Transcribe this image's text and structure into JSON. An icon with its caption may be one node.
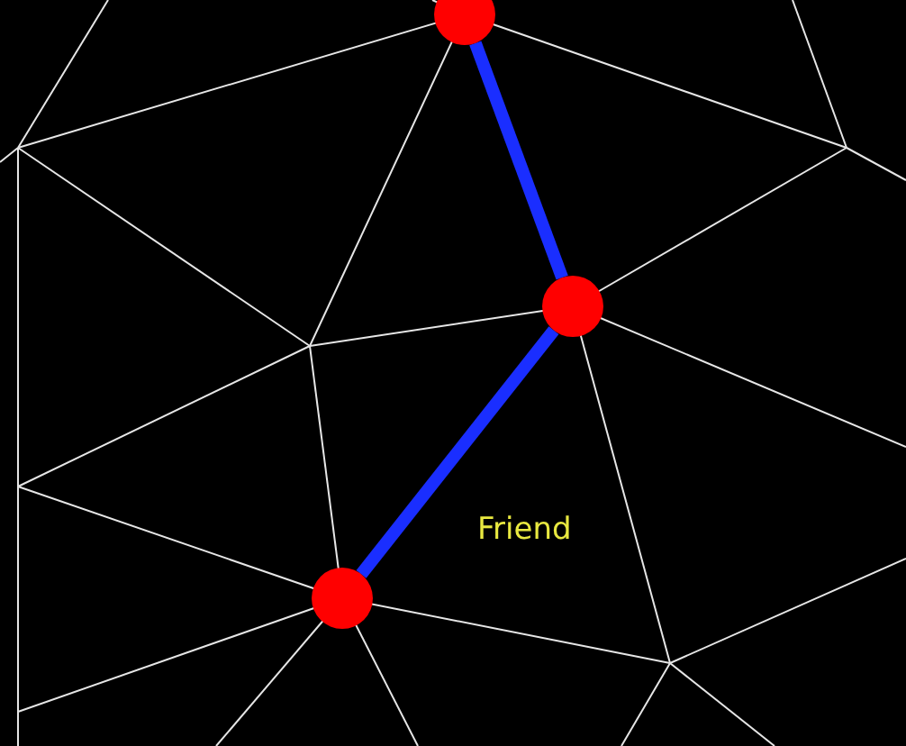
{
  "diagram": {
    "nodes": [
      {
        "text": [],
        "shape": "circle"
      },
      {
        "text": [],
        "shape": "circle"
      },
      {
        "text": [],
        "shape": "circle"
      }
    ],
    "edges": [
      {
        "from": 0,
        "to": 1,
        "arrow": "none"
      },
      {
        "from": 1,
        "to": 2,
        "arrow": "none"
      }
    ],
    "labels": [
      "Friend"
    ]
  }
}
